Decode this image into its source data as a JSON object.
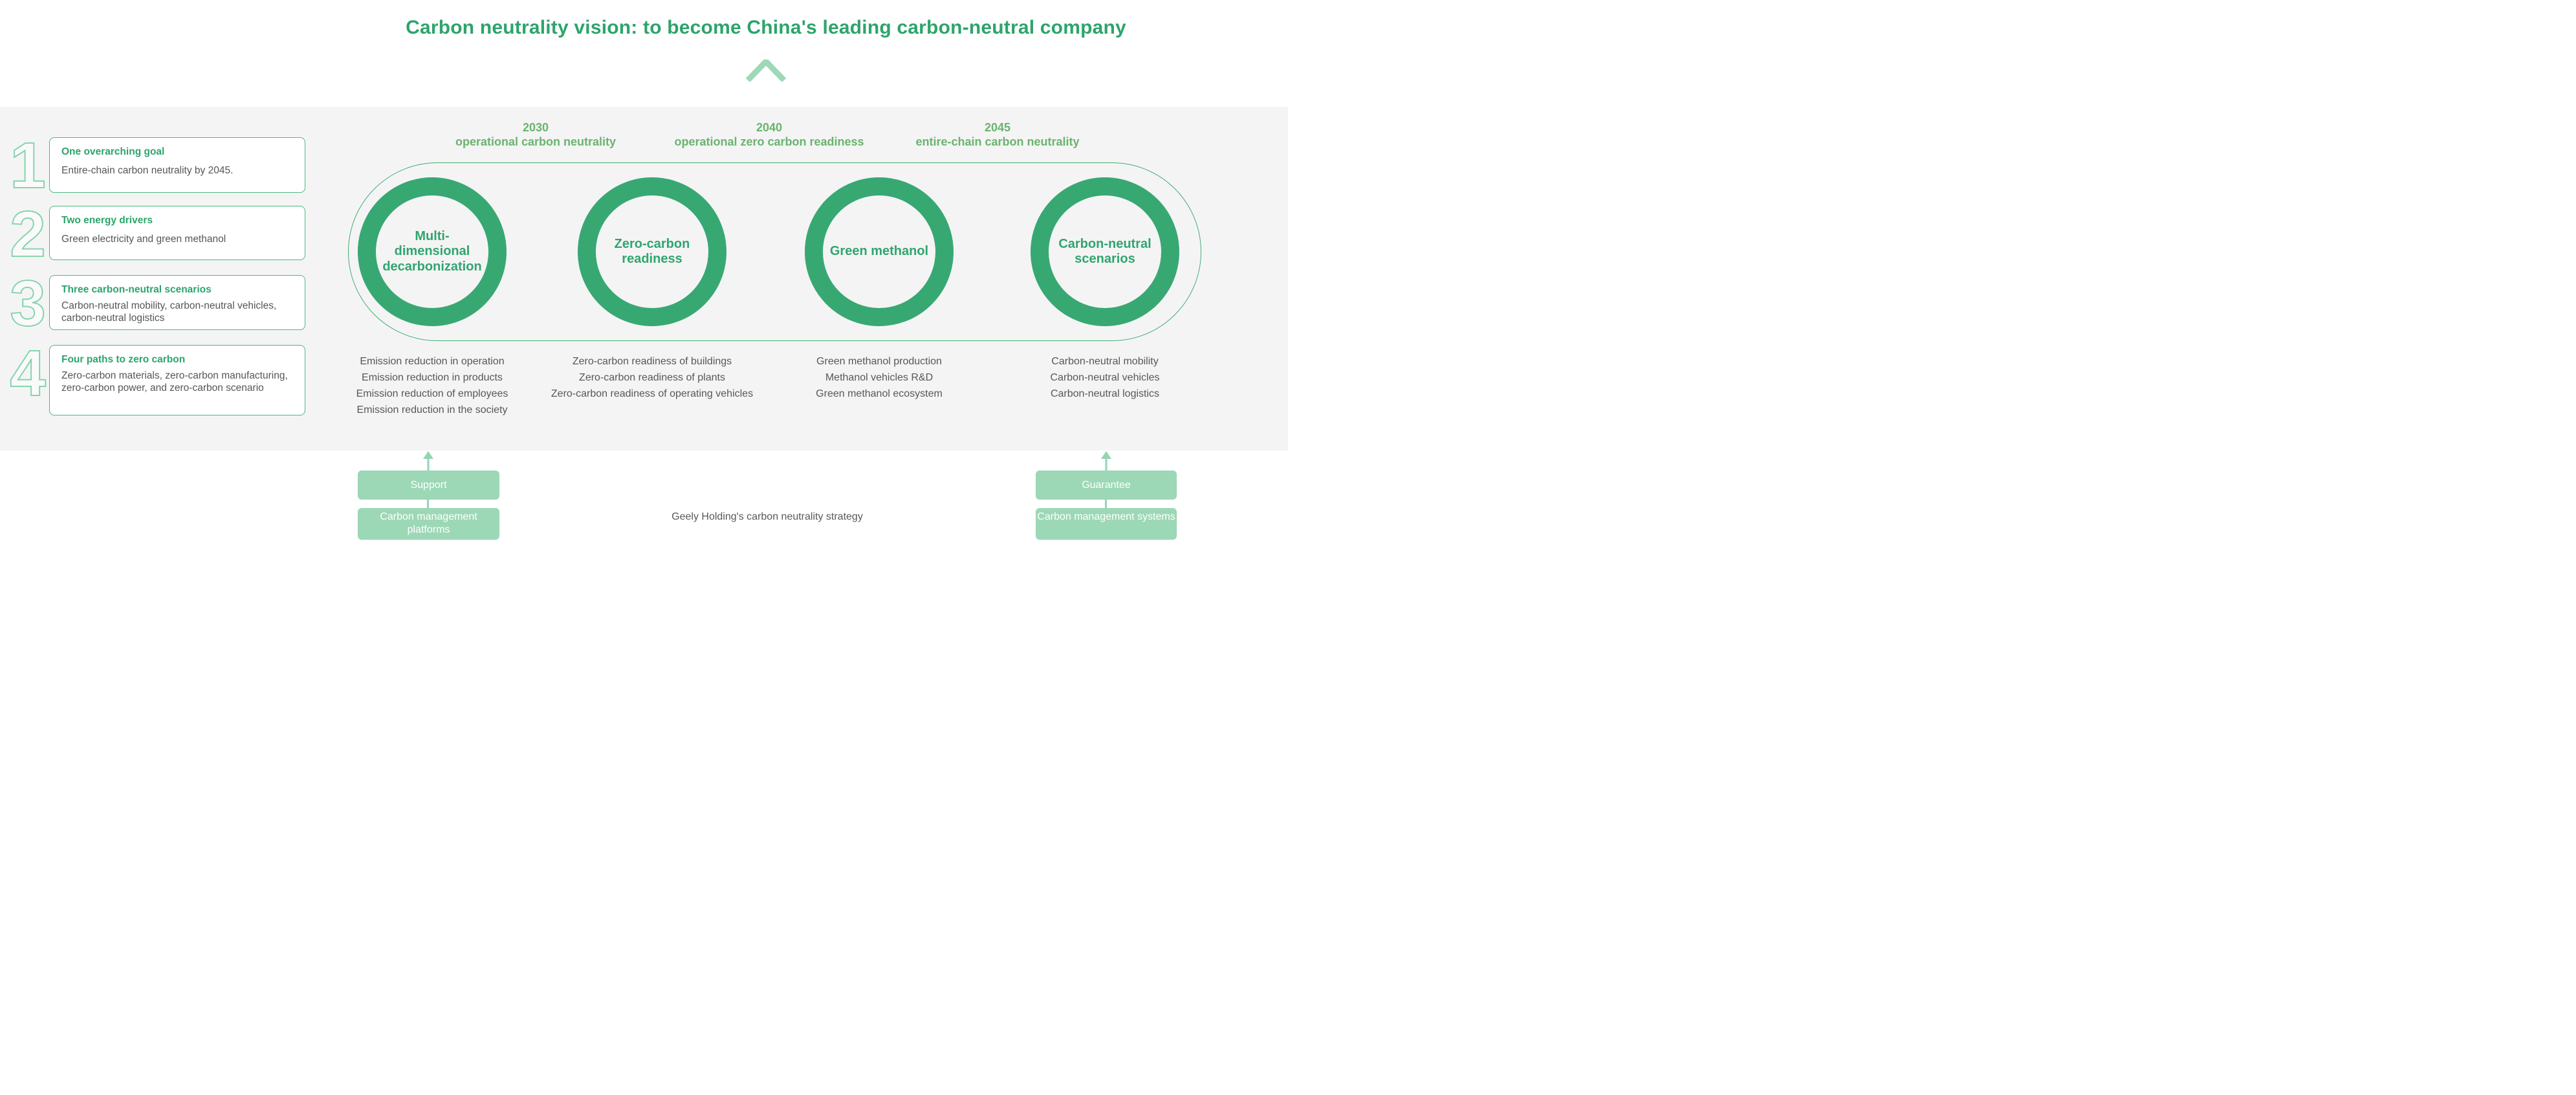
{
  "title": "Carbon neutrality vision: to become China's leading carbon-neutral company",
  "caption": "Geely Holding's carbon neutrality strategy",
  "colors": {
    "accent_green": "#2da46c",
    "ring_green": "#38a873",
    "muted_green": "#6ab46e",
    "light_green_fill": "#9cd8b6",
    "band_gray": "#f4f4f5",
    "body_gray": "#56575a"
  },
  "sidebar": {
    "items": [
      {
        "number": "1",
        "heading": "One overarching goal",
        "body": "Entire-chain carbon neutrality by 2045."
      },
      {
        "number": "2",
        "heading": "Two energy drivers",
        "body": "Green electricity and green methanol"
      },
      {
        "number": "3",
        "heading": "Three carbon-neutral scenarios",
        "body": "Carbon-neutral mobility, carbon-neutral vehicles, carbon-neutral logistics"
      },
      {
        "number": "4",
        "heading": "Four paths to zero carbon",
        "body": "Zero-carbon materials, zero-carbon manufacturing, zero-carbon power, and zero-carbon scenario"
      }
    ]
  },
  "timeline": {
    "milestones": [
      {
        "year": "2030",
        "label": "operational carbon neutrality"
      },
      {
        "year": "2040",
        "label": "operational zero carbon readiness"
      },
      {
        "year": "2045",
        "label": "entire-chain carbon neutrality"
      }
    ]
  },
  "phases": [
    {
      "name": [
        "Multi-",
        "dimensional",
        "decarbonization"
      ],
      "items": [
        "Emission reduction in operation",
        "Emission reduction in products",
        "Emission reduction of employees",
        "Emission reduction in the society"
      ]
    },
    {
      "name": [
        "Zero-carbon",
        "readiness"
      ],
      "items": [
        "Zero-carbon readiness of buildings",
        "Zero-carbon readiness of plants",
        "Zero-carbon readiness of operating vehicles"
      ]
    },
    {
      "name": [
        "Green methanol"
      ],
      "items": [
        "Green methanol production",
        "Methanol vehicles R&D",
        "Green methanol ecosystem"
      ]
    },
    {
      "name": [
        "Carbon-neutral",
        "scenarios"
      ],
      "items": [
        "Carbon-neutral mobility",
        "Carbon-neutral vehicles",
        "Carbon-neutral logistics"
      ]
    }
  ],
  "support_flow": {
    "arrow_label": "Support",
    "base_label": "Carbon management platforms"
  },
  "guarantee_flow": {
    "arrow_label": "Guarantee",
    "base_label": "Carbon management systems"
  }
}
